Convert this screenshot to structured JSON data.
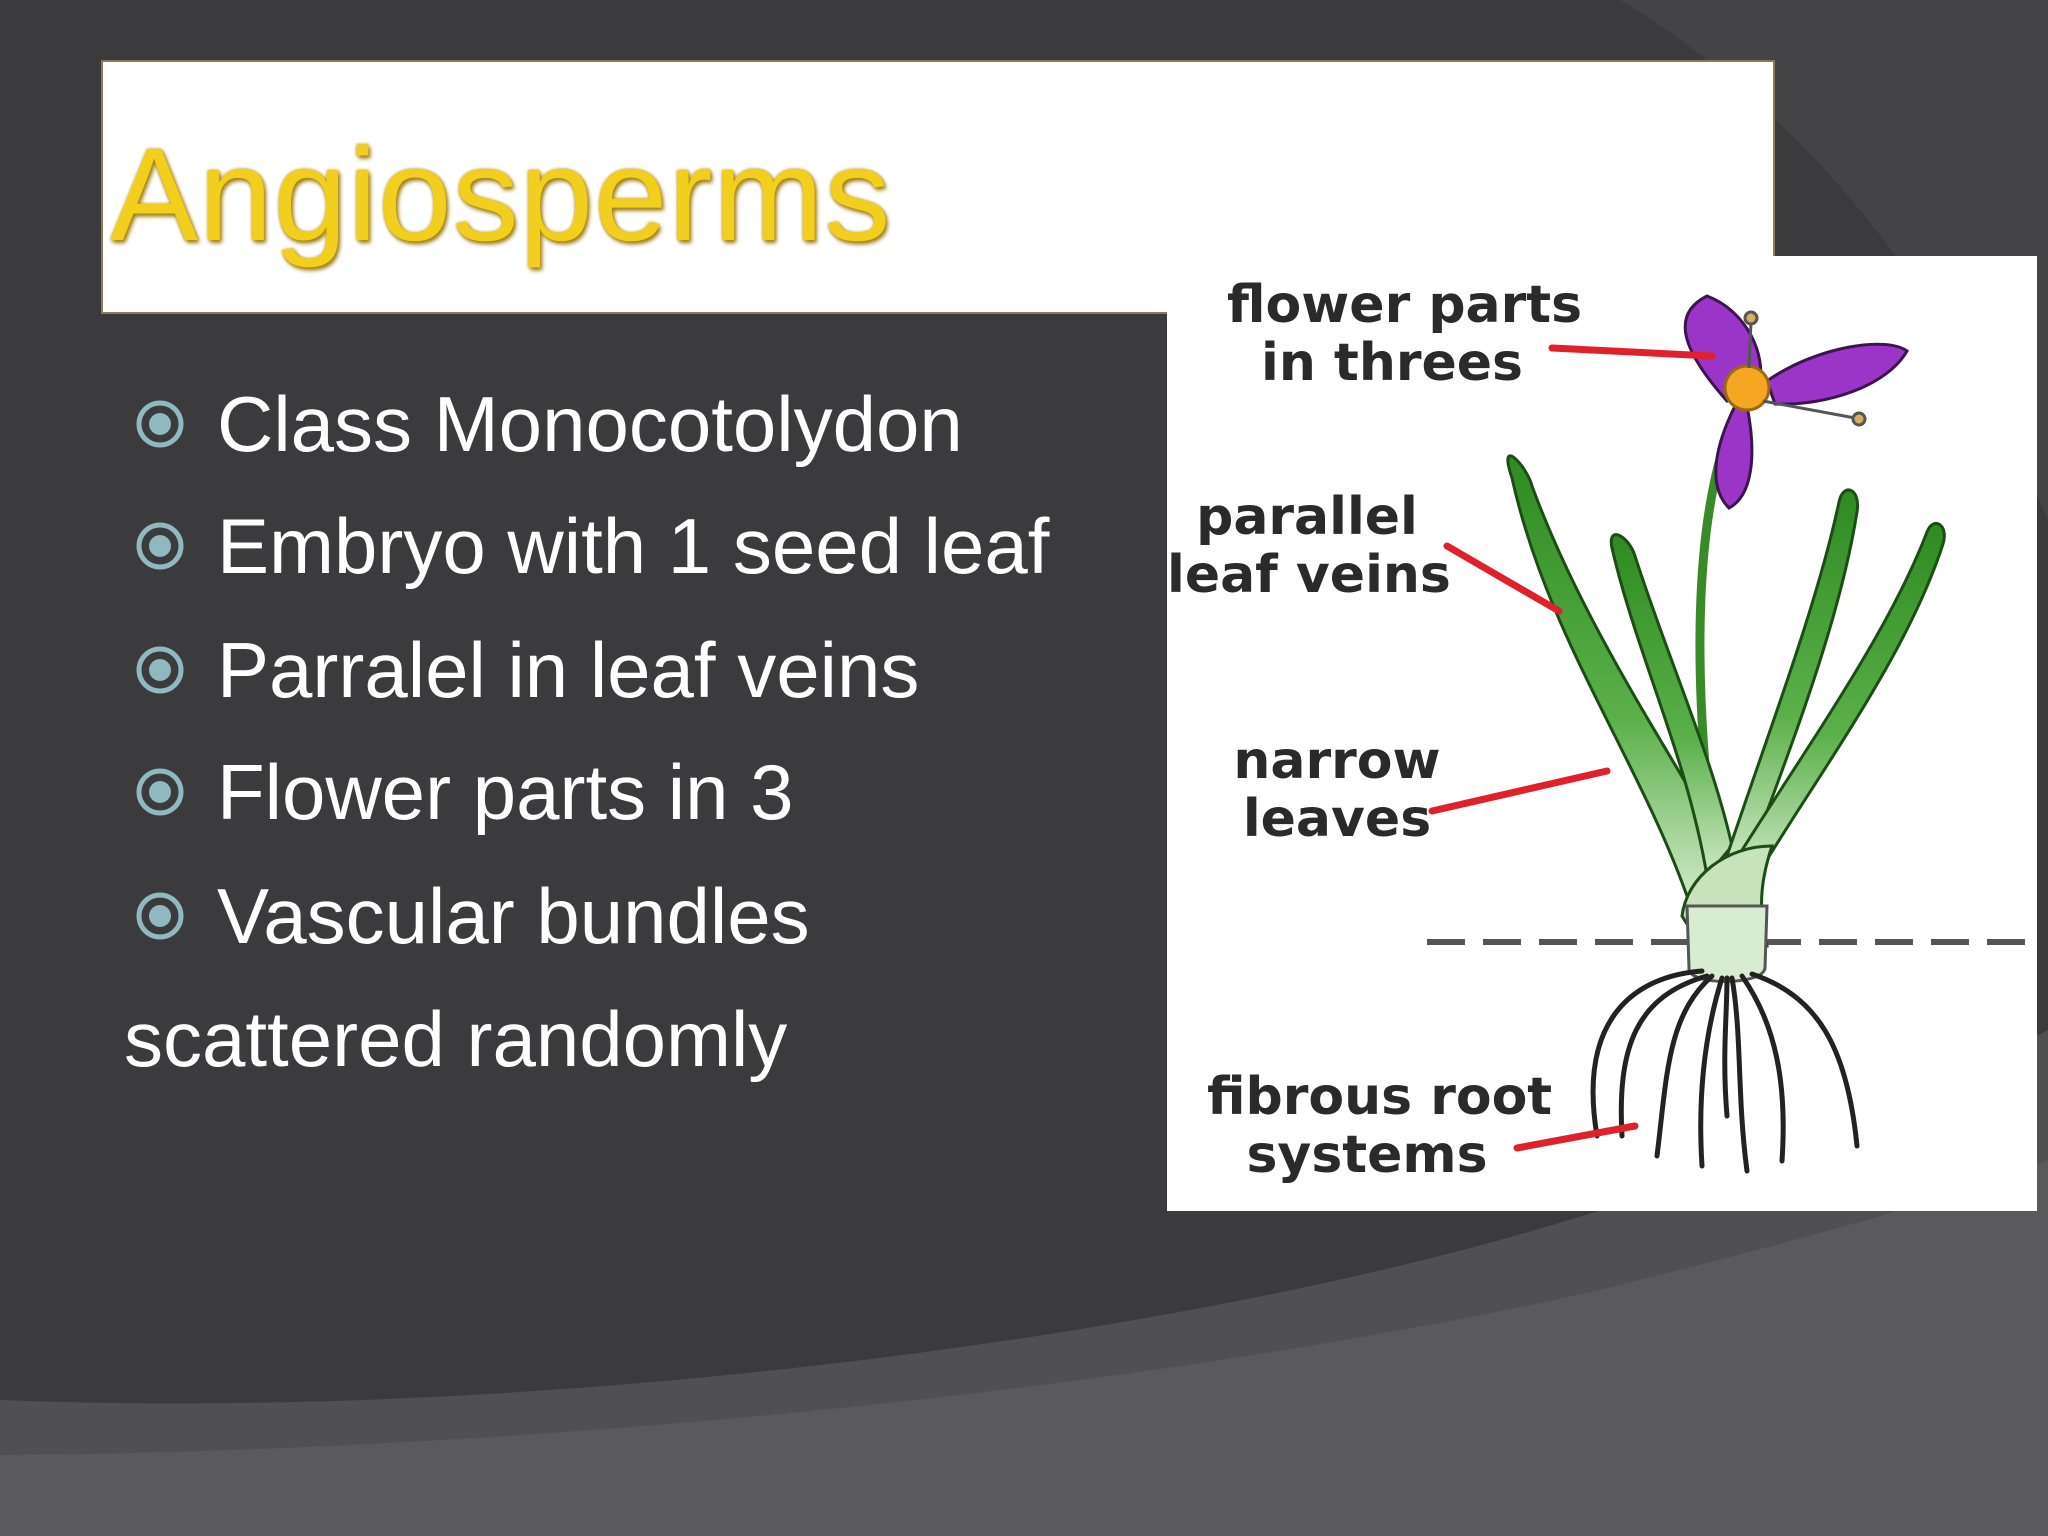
{
  "slide": {
    "title": "Angiosperms",
    "bullets": [
      {
        "text": "Class Monocotolydon",
        "icon": "circled-dot-bullet-icon"
      },
      {
        "text": "Embryo with 1 seed leaf",
        "icon": "circled-dot-bullet-icon"
      },
      {
        "text": "Parralel in leaf veins",
        "icon": "circled-dot-bullet-icon"
      },
      {
        "text": "Flower parts in 3",
        "icon": "circled-dot-bullet-icon"
      },
      {
        "text": "Vascular bundles",
        "icon": "circled-dot-bullet-icon"
      }
    ],
    "continuation": "scattered randomly"
  },
  "figure": {
    "labels": {
      "flower_line1": "flower parts",
      "flower_line2": "in threes",
      "veins_line1": "parallel",
      "veins_line2": "leaf veins",
      "leaves_line1": "narrow",
      "leaves_line2": "leaves",
      "roots_line1": "fibrous root",
      "roots_line2": "systems"
    }
  },
  "colors": {
    "background": "#3b3a3c",
    "title": "#f2cf1c",
    "bullet_icon": "#8fb8c0",
    "pointer_line": "#e0202a",
    "flower": "#9b35c8",
    "leaf": "#3f9a2e"
  }
}
